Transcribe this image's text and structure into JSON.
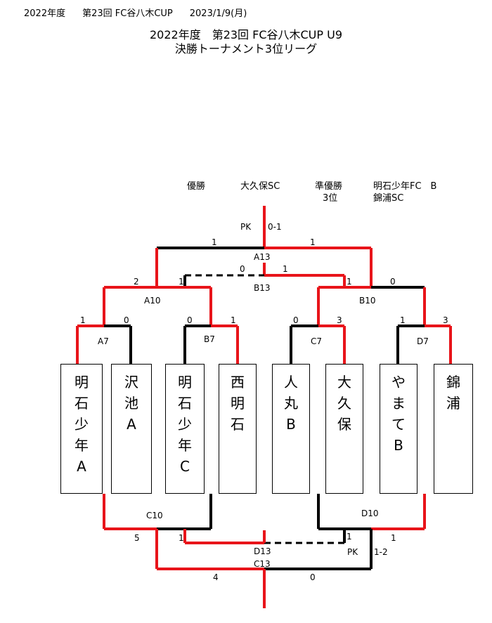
{
  "header": {
    "year": "2022年度",
    "edition": "第23回 FC谷八木CUP",
    "date": "2023/1/9(月)"
  },
  "title": {
    "line1": "2022年度　第23回 FC谷八木CUP U9",
    "line2": "決勝トーナメント3位リーグ"
  },
  "results": {
    "winner_label": "優勝",
    "winner": "大久保SC",
    "runner_up_label": "準優勝",
    "third_label": "3位",
    "runner_up": "明石少年FC　B",
    "third": "錦浦SC"
  },
  "teams": [
    {
      "chars": [
        "明",
        "石",
        "少",
        "年",
        "A"
      ]
    },
    {
      "chars": [
        "沢",
        "池",
        "A"
      ]
    },
    {
      "chars": [
        "明",
        "石",
        "少",
        "年",
        "C"
      ]
    },
    {
      "chars": [
        "西",
        "明",
        "石"
      ]
    },
    {
      "chars": [
        "人",
        "丸",
        "B"
      ]
    },
    {
      "chars": [
        "大",
        "久",
        "保"
      ]
    },
    {
      "chars": [
        "や",
        "ま",
        "て",
        "B"
      ]
    },
    {
      "chars": [
        "錦",
        "浦"
      ]
    }
  ],
  "matches": {
    "A7": {
      "label": "A7",
      "left": "1",
      "right": "0"
    },
    "B7": {
      "label": "B7",
      "left": "0",
      "right": "1"
    },
    "C7": {
      "label": "C7",
      "left": "0",
      "right": "3"
    },
    "D7": {
      "label": "D7",
      "left": "1",
      "right": "3"
    },
    "A10": {
      "label": "A10",
      "left": "2",
      "right": "1"
    },
    "B10": {
      "label": "B10",
      "left": "1",
      "right": "0"
    },
    "B13": {
      "label": "B13",
      "left": "0",
      "right": "1"
    },
    "A13": {
      "label": "A13",
      "left": "1",
      "right": "1",
      "pk_label": "PK",
      "pk_score": "0-1"
    },
    "C10": {
      "label": "C10",
      "left": "5",
      "right": "1"
    },
    "D10": {
      "label": "D10",
      "left": "1",
      "right": "1"
    },
    "D13": {
      "label": "D13",
      "left": "1",
      "pk_label": "PK",
      "pk_score": "1-2"
    },
    "C13": {
      "label": "C13",
      "left": "4",
      "right": "0"
    }
  },
  "colors": {
    "winner_path": "#e8141a",
    "loser_path": "#000000",
    "box_border": "#000000"
  }
}
